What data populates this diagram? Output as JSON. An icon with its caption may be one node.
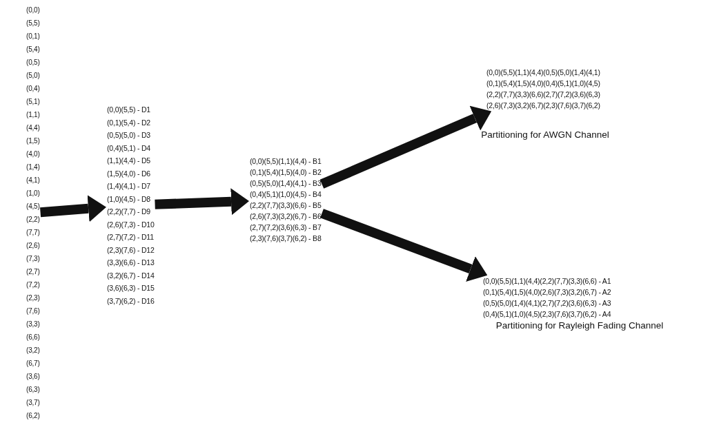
{
  "diagram": {
    "nodes": [
      {
        "text": [
          "(0,0)",
          "(5,5)",
          "(0,1)",
          "(5,4)",
          "(0,5)",
          "(5,0)",
          "(0,4)",
          "(5,1)",
          "(1,1)",
          "(4,4)",
          "(1,5)",
          "(4,0)",
          "(1,4)",
          "(4,1)",
          "(1,0)",
          "(4,5)",
          "(2,2)",
          "(7,7)",
          "(2,6)",
          "(7,3)",
          "(2,7)",
          "(7,2)",
          "(2,3)",
          "(7,6)",
          "(3,3)",
          "(6,6)",
          "(3,2)",
          "(6,7)",
          "(3,6)",
          "(6,3)",
          "(3,7)",
          "(6,2)"
        ]
      },
      {
        "text": [
          "(0,0)(5,5) - D1",
          "(0,1)(5,4) - D2",
          "(0,5)(5,0) - D3",
          "(0,4)(5,1) - D4",
          "(1,1)(4,4) - D5",
          "(1,5)(4,0) - D6",
          "(1,4)(4,1) - D7",
          "(1,0)(4,5) - D8",
          "(2,2)(7,7) - D9",
          "(2,6)(7,3) - D10",
          "(2,7)(7,2) - D11",
          "(2,3)(7,6) - D12",
          "(3,3)(6,6) - D13",
          "(3,2)(6,7) - D14",
          "(3,6)(6,3) - D15",
          "(3,7)(6,2) - D16"
        ]
      },
      {
        "text": [
          "(0,0)(5,5)(1,1)(4,4) - B1",
          "(0,1)(5,4)(1,5)(4,0) - B2",
          "(0,5)(5,0)(1,4)(4,1) - B3",
          "(0,4)(5,1)(1,0)(4,5) - B4",
          "(2,2)(7,7)(3,3)(6,6) - B5",
          "(2,6)(7,3)(3,2)(6,7) - B6",
          "(2,7)(7,2)(3,6)(6,3) - B7",
          "(2,3)(7,6)(3,7)(6,2) - B8"
        ]
      },
      {
        "text": [
          "(0,0)(5,5)(1,1)(4,4)(0,5)(5,0)(1,4)(4,1)",
          "(0,1)(5,4)(1,5)(4,0)(0,4)(5,1)(1,0)(4,5)",
          "(2,2)(7,7)(3,3)(6,6)(2,7)(7,2)(3,6)(6,3)",
          "(2,6)(7,3)(3,2)(6,7)(2,3)(7,6)(3,7)(6,2)"
        ],
        "beside": [
          "Partitioning for AWGN Channel"
        ]
      },
      {
        "text": [
          "(0,0)(5,5)(1,1)(4,4)(2,2)(7,7)(3,3)(6,6) - A1",
          "(0,1)(5,4)(1,5)(4,0)(2,6)(7,3)(3,2)(6,7) - A2",
          "(0,5)(5,0)(1,4)(4,1)(2,7)(7,2)(3,6)(6,3) - A3",
          "(0,4)(5,1)(1,0)(4,5)(2,3)(7,6)(3,7)(6,2) - A4"
        ],
        "beside": [
          "Partitioning for Rayleigh Fading Channel"
        ]
      }
    ],
    "edges": [
      {
        "from": 0,
        "to": 1,
        "arrow": "to"
      },
      {
        "from": 1,
        "to": 2,
        "arrow": "to"
      },
      {
        "from": 2,
        "to": 3,
        "arrow": "to"
      },
      {
        "from": 2,
        "to": 4,
        "arrow": "to"
      }
    ]
  }
}
